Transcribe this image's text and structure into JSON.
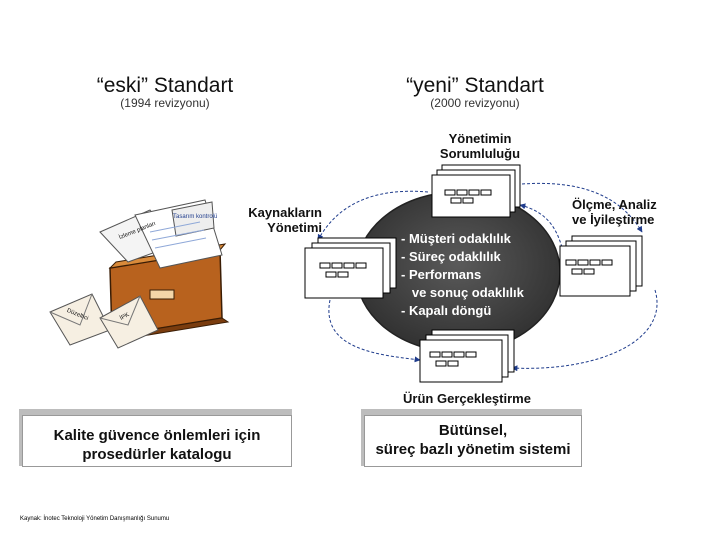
{
  "left": {
    "title": "“eski” Standart",
    "subtitle": "(1994 revizyonu)",
    "caption_line1": "Kalite güvence önlemleri için",
    "caption_line2": "prosedürler katalogu",
    "box_paper_labels": [
      "İzleme planları",
      "Tasarım kontrolü",
      "Düzeltici",
      "İPK"
    ]
  },
  "right": {
    "title": "“yeni” Standart",
    "subtitle": "(2000 revizyonu)",
    "top_label_line1": "Yönetimin",
    "top_label_line2": "Sorumluluğu",
    "left_label_line1": "Kaynakların",
    "left_label_line2": "Yönetimi",
    "right_label_line1": "Ölçme, Analiz",
    "right_label_line2": "ve İyileştirme",
    "bottom_label": "Ürün Gerçekleştirme",
    "center_items": [
      "- Müşteri odaklılık",
      "- Süreç odaklılık",
      "- Performans",
      "   ve sonuç odaklılık",
      "- Kapalı döngü"
    ],
    "caption_line1": "Bütünsel,",
    "caption_line2": "süreç bazlı yönetim sistemi"
  },
  "footer": "Kaynak: İnotec Teknoloji Yönetim Danışmanlığı Sunumu",
  "colors": {
    "ellipse": "#3f3f3f",
    "arrow": "#1f3c8c",
    "panel_shadow": "#bdbdbd"
  }
}
